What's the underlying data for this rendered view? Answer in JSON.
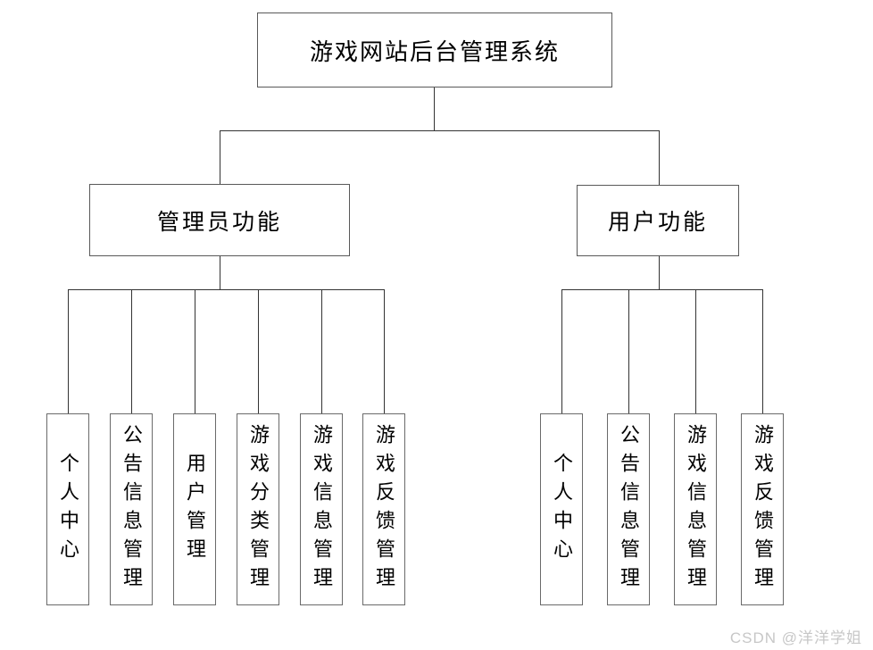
{
  "diagram": {
    "root": {
      "label": "游戏网站后台管理系统"
    },
    "branches": [
      {
        "label": "管理员功能",
        "children": [
          "个人中心",
          "公告信息管理",
          "用户管理",
          "游戏分类管理",
          "游戏信息管理",
          "游戏反馈管理"
        ]
      },
      {
        "label": "用户功能",
        "children": [
          "个人中心",
          "公告信息管理",
          "游戏信息管理",
          "游戏反馈管理"
        ]
      }
    ]
  },
  "watermark": "CSDN @洋洋学姐",
  "colors": {
    "background": "#ffffff",
    "box_border": "#595959",
    "connector": "#333333",
    "text": "#000000",
    "watermark": "#c7c7c7"
  }
}
